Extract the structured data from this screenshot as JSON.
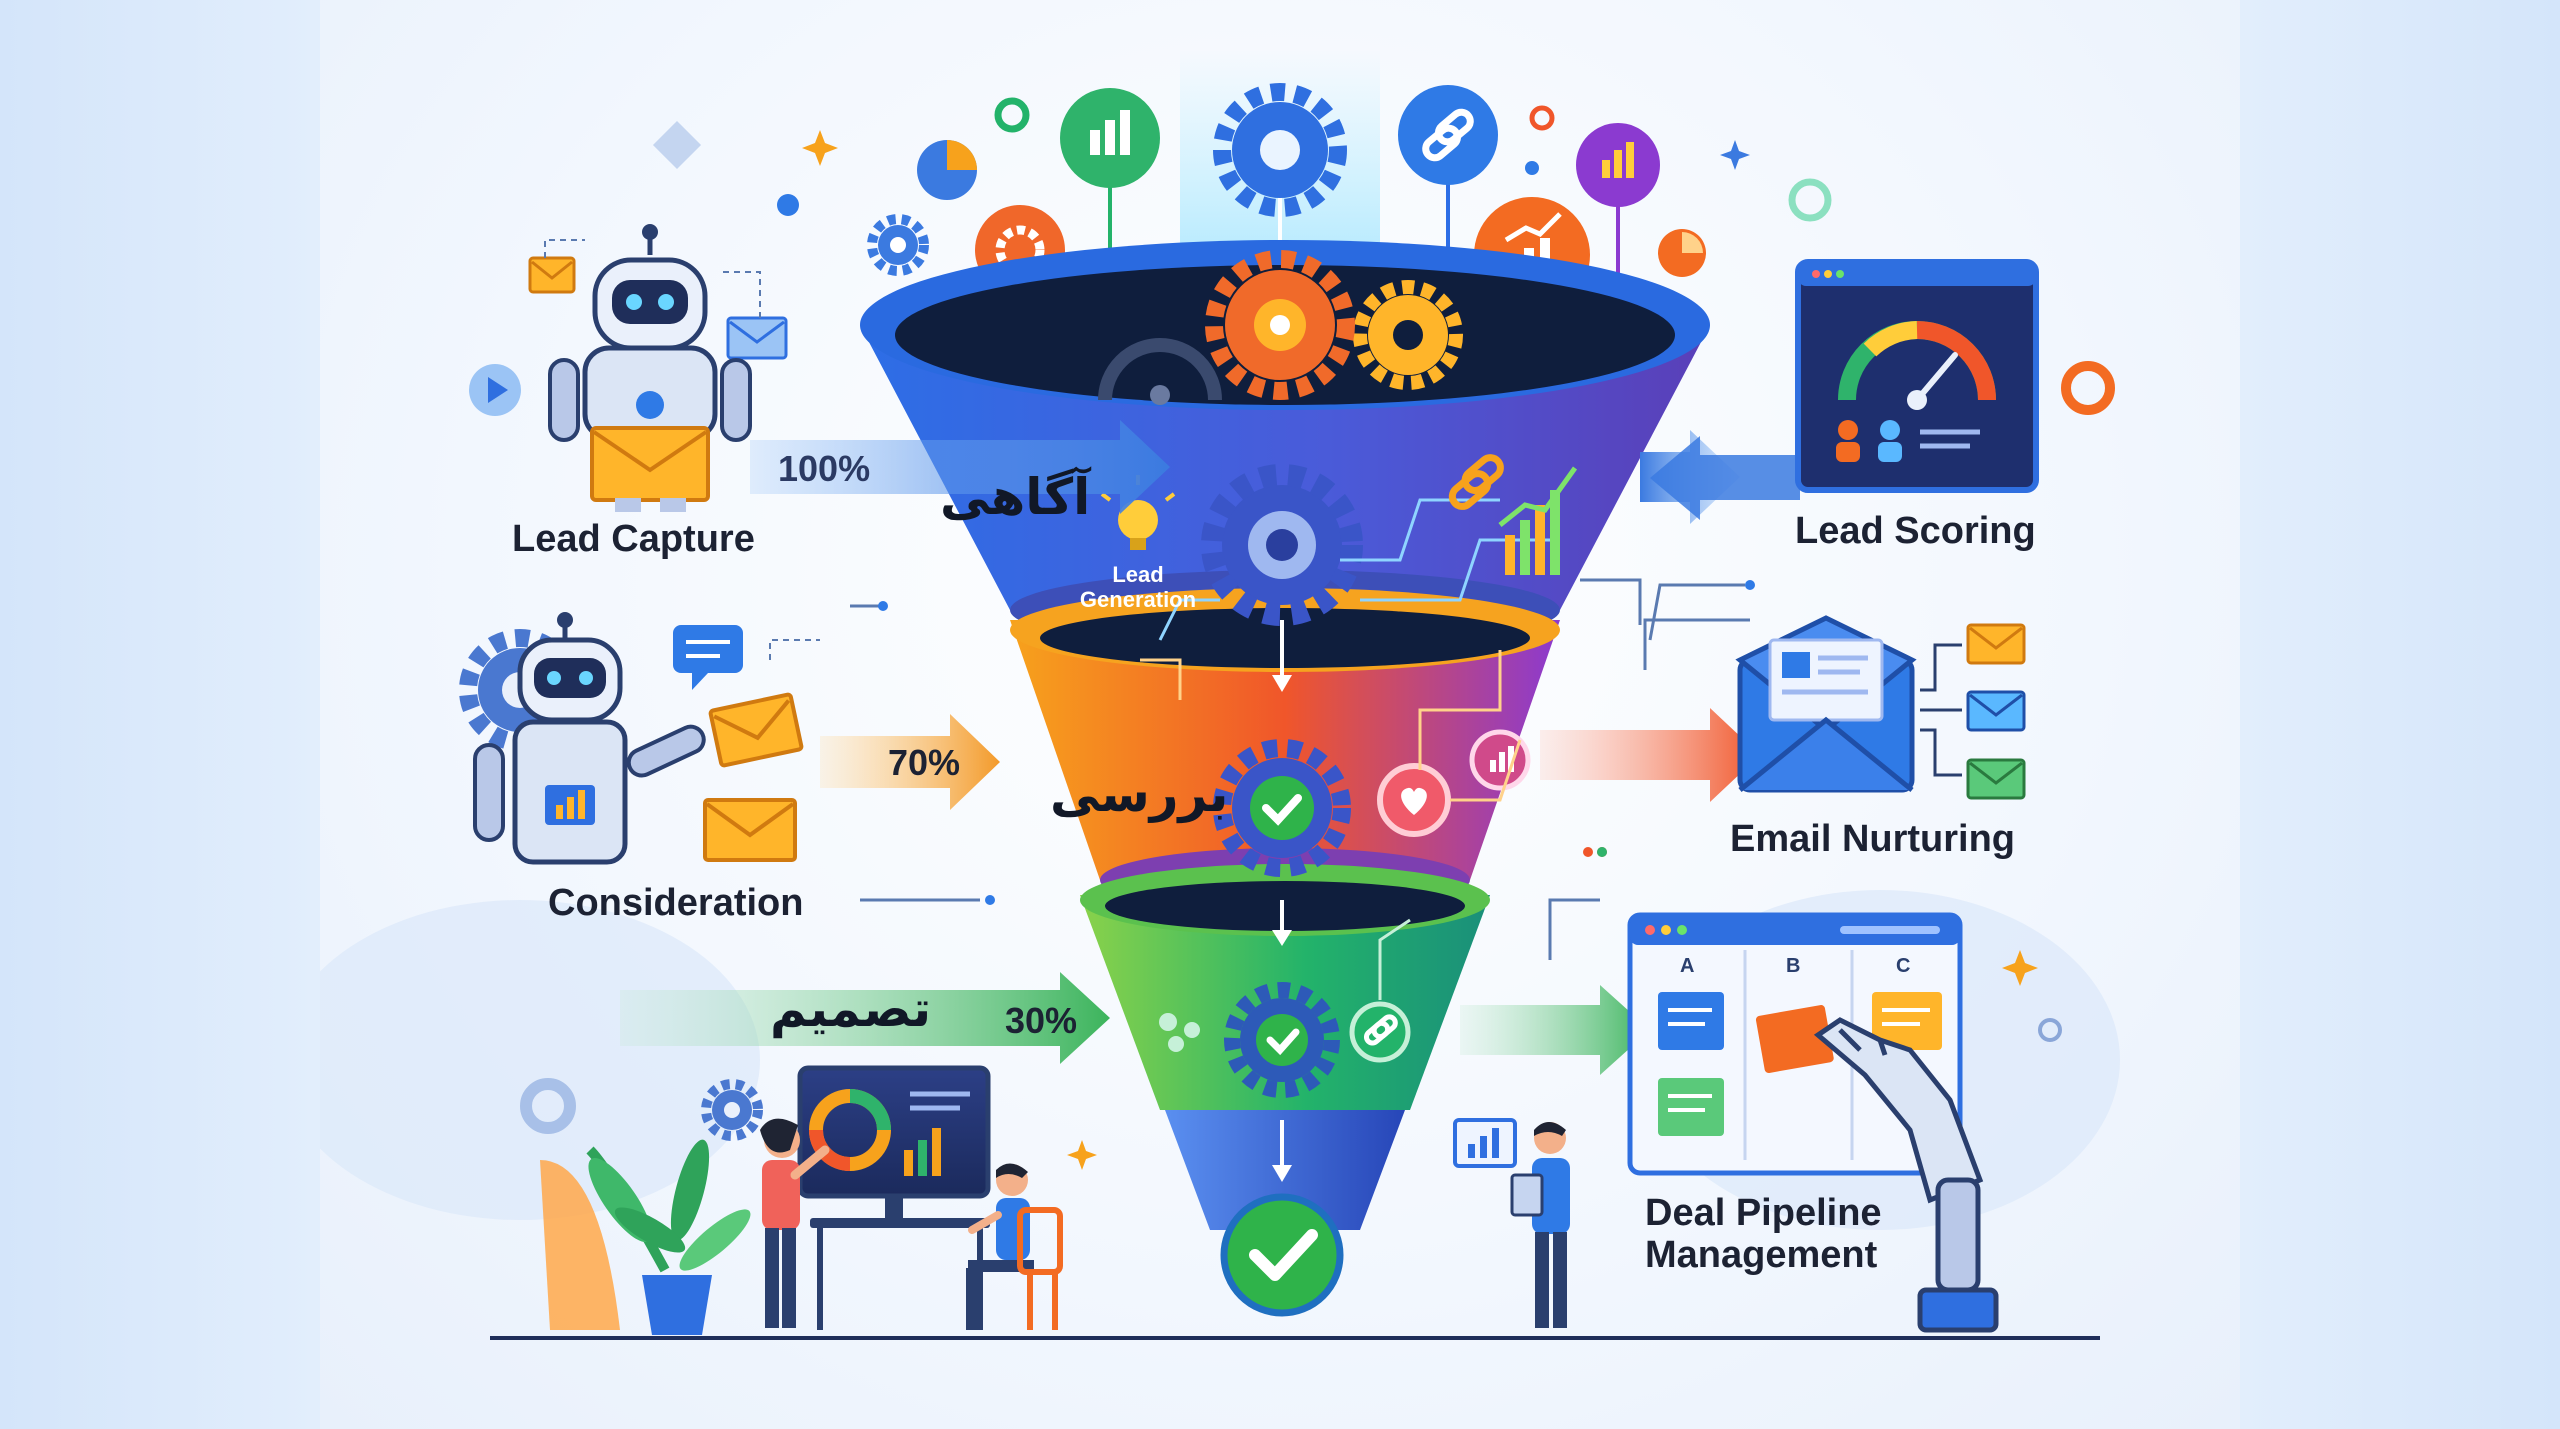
{
  "stages": [
    {
      "name_fa": "آگاهی",
      "percent": "100%",
      "side_label": "Lead Capture"
    },
    {
      "name_fa": "بررسی",
      "percent": "70%",
      "side_label": "Consideration"
    },
    {
      "name_fa": "تصمیم",
      "percent": "30%"
    }
  ],
  "inner_label_line1": "Lead",
  "inner_label_line2": "Generation",
  "right_labels": {
    "lead_scoring": "Lead Scoring",
    "email_nurturing": "Email Nurturing",
    "deal_pipeline_line1": "Deal Pipeline",
    "deal_pipeline_line2": "Management"
  },
  "kanban_columns": [
    "A",
    "B",
    "C"
  ],
  "colors": {
    "funnel_top": "#2f6fe0",
    "funnel_mid": "#f47b20",
    "funnel_mid_end": "#9b3bc9",
    "funnel_bottom": "#2fb36b",
    "check": "#2fb34a"
  }
}
